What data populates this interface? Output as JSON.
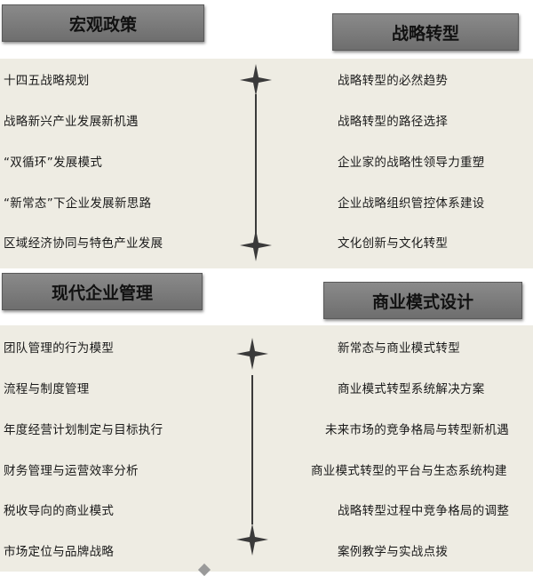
{
  "sections": {
    "macro_policy": {
      "title": "宏观政策",
      "items": [
        "十四五战略规划",
        "战略新兴产业发展新机遇",
        "“双循环”发展模式",
        "“新常态”下企业发展新思路",
        "区域经济协同与特色产业发展"
      ]
    },
    "strategic_transformation": {
      "title": "战略转型",
      "items": [
        "战略转型的必然趋势",
        "战略转型的路径选择",
        "企业家的战略性领导力重塑",
        "企业战略组织管控体系建设",
        "文化创新与文化转型"
      ]
    },
    "modern_management": {
      "title": "现代企业管理",
      "items": [
        "团队管理的行为模型",
        "流程与制度管理",
        "年度经营计划制定与目标执行",
        "财务管理与运营效率分析",
        "税收导向的商业模式",
        "市场定位与品牌战略"
      ]
    },
    "business_model": {
      "title": "商业模式设计",
      "items": [
        "新常态与商业模式转型",
        "商业模式转型系统解决方案",
        "未来市场的竞争格局与转型新机遇",
        "商业模式转型的平台与生态系统构建",
        "战略转型过程中竞争格局的调整",
        "案例教学与实战点拨"
      ]
    }
  },
  "icons": {
    "connector": "four-point-star-icon"
  },
  "colors": {
    "band": "#eeece3",
    "banner": "#7a7a7a"
  }
}
